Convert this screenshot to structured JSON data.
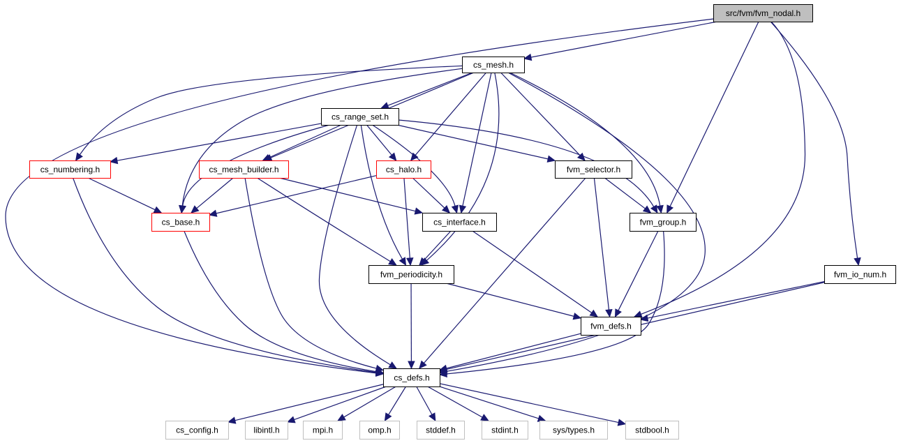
{
  "title": "src/fvm/fvm_nodal.h",
  "colors": {
    "edge": "#191970",
    "root_fill": "#bfbfbf",
    "border_normal": "#000000",
    "border_truncated": "#ff0000",
    "border_external": "#bfbfbf",
    "text_normal": "#000000",
    "text_external": "#333333"
  },
  "nodes": [
    {
      "id": "fvm_nodal",
      "label": "src/fvm/fvm_nodal.h",
      "kind": "root"
    },
    {
      "id": "cs_mesh",
      "label": "cs_mesh.h",
      "kind": "normal"
    },
    {
      "id": "cs_range_set",
      "label": "cs_range_set.h",
      "kind": "normal"
    },
    {
      "id": "cs_numbering",
      "label": "cs_numbering.h",
      "kind": "truncated"
    },
    {
      "id": "cs_mesh_builder",
      "label": "cs_mesh_builder.h",
      "kind": "truncated"
    },
    {
      "id": "cs_halo",
      "label": "cs_halo.h",
      "kind": "truncated"
    },
    {
      "id": "fvm_selector",
      "label": "fvm_selector.h",
      "kind": "normal"
    },
    {
      "id": "cs_base",
      "label": "cs_base.h",
      "kind": "truncated"
    },
    {
      "id": "cs_interface",
      "label": "cs_interface.h",
      "kind": "normal"
    },
    {
      "id": "fvm_group",
      "label": "fvm_group.h",
      "kind": "normal"
    },
    {
      "id": "fvm_periodicity",
      "label": "fvm_periodicity.h",
      "kind": "normal"
    },
    {
      "id": "fvm_io_num",
      "label": "fvm_io_num.h",
      "kind": "normal"
    },
    {
      "id": "fvm_defs",
      "label": "fvm_defs.h",
      "kind": "normal"
    },
    {
      "id": "cs_defs",
      "label": "cs_defs.h",
      "kind": "normal"
    },
    {
      "id": "cs_config",
      "label": "cs_config.h",
      "kind": "external"
    },
    {
      "id": "libintl",
      "label": "libintl.h",
      "kind": "external"
    },
    {
      "id": "mpi",
      "label": "mpi.h",
      "kind": "external"
    },
    {
      "id": "omp",
      "label": "omp.h",
      "kind": "external"
    },
    {
      "id": "stddef",
      "label": "stddef.h",
      "kind": "external"
    },
    {
      "id": "stdint",
      "label": "stdint.h",
      "kind": "external"
    },
    {
      "id": "sys_types",
      "label": "sys/types.h",
      "kind": "external"
    },
    {
      "id": "stdbool",
      "label": "stdbool.h",
      "kind": "external"
    }
  ],
  "edges": [
    {
      "from": "fvm_nodal",
      "to": "cs_defs"
    },
    {
      "from": "fvm_nodal",
      "to": "cs_mesh"
    },
    {
      "from": "fvm_nodal",
      "to": "fvm_group"
    },
    {
      "from": "fvm_nodal",
      "to": "fvm_defs"
    },
    {
      "from": "fvm_nodal",
      "to": "fvm_io_num"
    },
    {
      "from": "cs_mesh",
      "to": "cs_numbering"
    },
    {
      "from": "cs_mesh",
      "to": "cs_base"
    },
    {
      "from": "cs_mesh",
      "to": "cs_mesh_builder"
    },
    {
      "from": "cs_mesh",
      "to": "cs_range_set"
    },
    {
      "from": "cs_mesh",
      "to": "cs_halo"
    },
    {
      "from": "cs_mesh",
      "to": "cs_interface"
    },
    {
      "from": "cs_mesh",
      "to": "fvm_periodicity"
    },
    {
      "from": "cs_mesh",
      "to": "fvm_selector"
    },
    {
      "from": "cs_mesh",
      "to": "fvm_group"
    },
    {
      "from": "cs_mesh",
      "to": "cs_defs"
    },
    {
      "from": "cs_range_set",
      "to": "cs_numbering"
    },
    {
      "from": "cs_range_set",
      "to": "cs_base"
    },
    {
      "from": "cs_range_set",
      "to": "cs_mesh_builder"
    },
    {
      "from": "cs_range_set",
      "to": "cs_halo"
    },
    {
      "from": "cs_range_set",
      "to": "cs_interface"
    },
    {
      "from": "cs_range_set",
      "to": "fvm_periodicity"
    },
    {
      "from": "cs_range_set",
      "to": "fvm_selector"
    },
    {
      "from": "cs_range_set",
      "to": "fvm_group"
    },
    {
      "from": "cs_range_set",
      "to": "cs_defs"
    },
    {
      "from": "cs_numbering",
      "to": "cs_base"
    },
    {
      "from": "cs_numbering",
      "to": "cs_defs"
    },
    {
      "from": "cs_mesh_builder",
      "to": "cs_base"
    },
    {
      "from": "cs_mesh_builder",
      "to": "cs_interface"
    },
    {
      "from": "cs_mesh_builder",
      "to": "fvm_periodicity"
    },
    {
      "from": "cs_mesh_builder",
      "to": "cs_defs"
    },
    {
      "from": "cs_halo",
      "to": "cs_base"
    },
    {
      "from": "cs_halo",
      "to": "cs_interface"
    },
    {
      "from": "cs_halo",
      "to": "fvm_periodicity"
    },
    {
      "from": "fvm_selector",
      "to": "fvm_group"
    },
    {
      "from": "fvm_selector",
      "to": "fvm_defs"
    },
    {
      "from": "fvm_selector",
      "to": "cs_defs"
    },
    {
      "from": "cs_base",
      "to": "cs_defs"
    },
    {
      "from": "cs_interface",
      "to": "fvm_periodicity"
    },
    {
      "from": "cs_interface",
      "to": "fvm_defs"
    },
    {
      "from": "fvm_group",
      "to": "fvm_defs"
    },
    {
      "from": "fvm_group",
      "to": "cs_defs"
    },
    {
      "from": "fvm_periodicity",
      "to": "fvm_defs"
    },
    {
      "from": "fvm_periodicity",
      "to": "cs_defs"
    },
    {
      "from": "fvm_io_num",
      "to": "fvm_defs"
    },
    {
      "from": "fvm_io_num",
      "to": "cs_defs"
    },
    {
      "from": "fvm_defs",
      "to": "cs_defs"
    },
    {
      "from": "cs_defs",
      "to": "cs_config"
    },
    {
      "from": "cs_defs",
      "to": "libintl"
    },
    {
      "from": "cs_defs",
      "to": "mpi"
    },
    {
      "from": "cs_defs",
      "to": "omp"
    },
    {
      "from": "cs_defs",
      "to": "stddef"
    },
    {
      "from": "cs_defs",
      "to": "stdint"
    },
    {
      "from": "cs_defs",
      "to": "sys_types"
    },
    {
      "from": "cs_defs",
      "to": "stdbool"
    }
  ]
}
